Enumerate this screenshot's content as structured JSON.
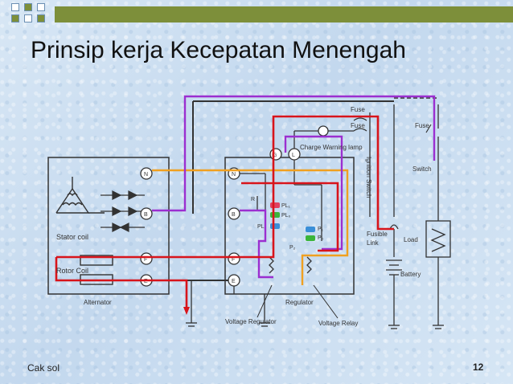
{
  "slide": {
    "title": "Prinsip kerja Kecepatan Menengah",
    "footer_author": "Cak sol",
    "page_number": "12"
  },
  "diagram": {
    "labels": {
      "fuse1": "Fuse",
      "fuse2": "Fuse",
      "fuse3": "Fuse",
      "charge_lamp": "Charge Warning lamp",
      "ignition_switch": "Ignition Switch",
      "switch": "Switch",
      "fusible_link_1": "Fusible",
      "fusible_link_2": "Link",
      "load": "Load",
      "battery": "Battery",
      "stator_coil": "Stator coil",
      "rotor_coil": "Rotor Coil",
      "alternator": "Alternator",
      "regulator": "Regulator",
      "voltage_regulator": "Voltage Regulator",
      "voltage_relay": "Voltage Relay",
      "term_n1": "N",
      "term_b1": "B",
      "term_f1": "F",
      "term_e1": "E",
      "term_n2": "N",
      "term_b2": "B",
      "term_f2": "F",
      "term_e2": "E",
      "term_ig": "IG",
      "term_l": "L",
      "pl1": "PL₁",
      "pl0": "PL₀",
      "pl2": "PL₂",
      "p1": "P₁",
      "p0": "P₀",
      "p2": "P₂",
      "r": "R"
    },
    "colors": {
      "red": "#d8141b",
      "purple": "#9b2fd0",
      "orange": "#f0a020",
      "dark": "#333333",
      "green": "#3ab53a",
      "blue": "#3a8fd8",
      "pink": "#e04060"
    }
  }
}
